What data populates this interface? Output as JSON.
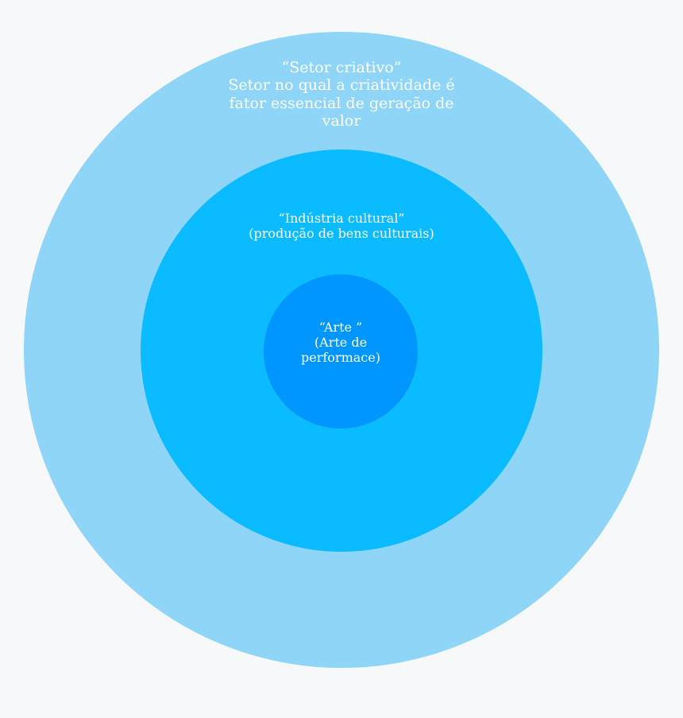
{
  "colors": {
    "background": "#f7f8fa",
    "outer_circle": "#8fd5f8",
    "middle_circle": "#0bbbff",
    "inner_circle": "#0096ff",
    "text": "#ffffff"
  },
  "rings": {
    "outer": {
      "lines": [
        "“Setor criativo”",
        "Setor no qual a criatividade é",
        "fator essencial de geração de",
        "valor"
      ]
    },
    "middle": {
      "lines": [
        "“Indústria cultural”",
        "(produção de bens culturais)"
      ]
    },
    "inner": {
      "lines": [
        "“Arte ”",
        "(Arte de",
        "performace)"
      ]
    }
  }
}
